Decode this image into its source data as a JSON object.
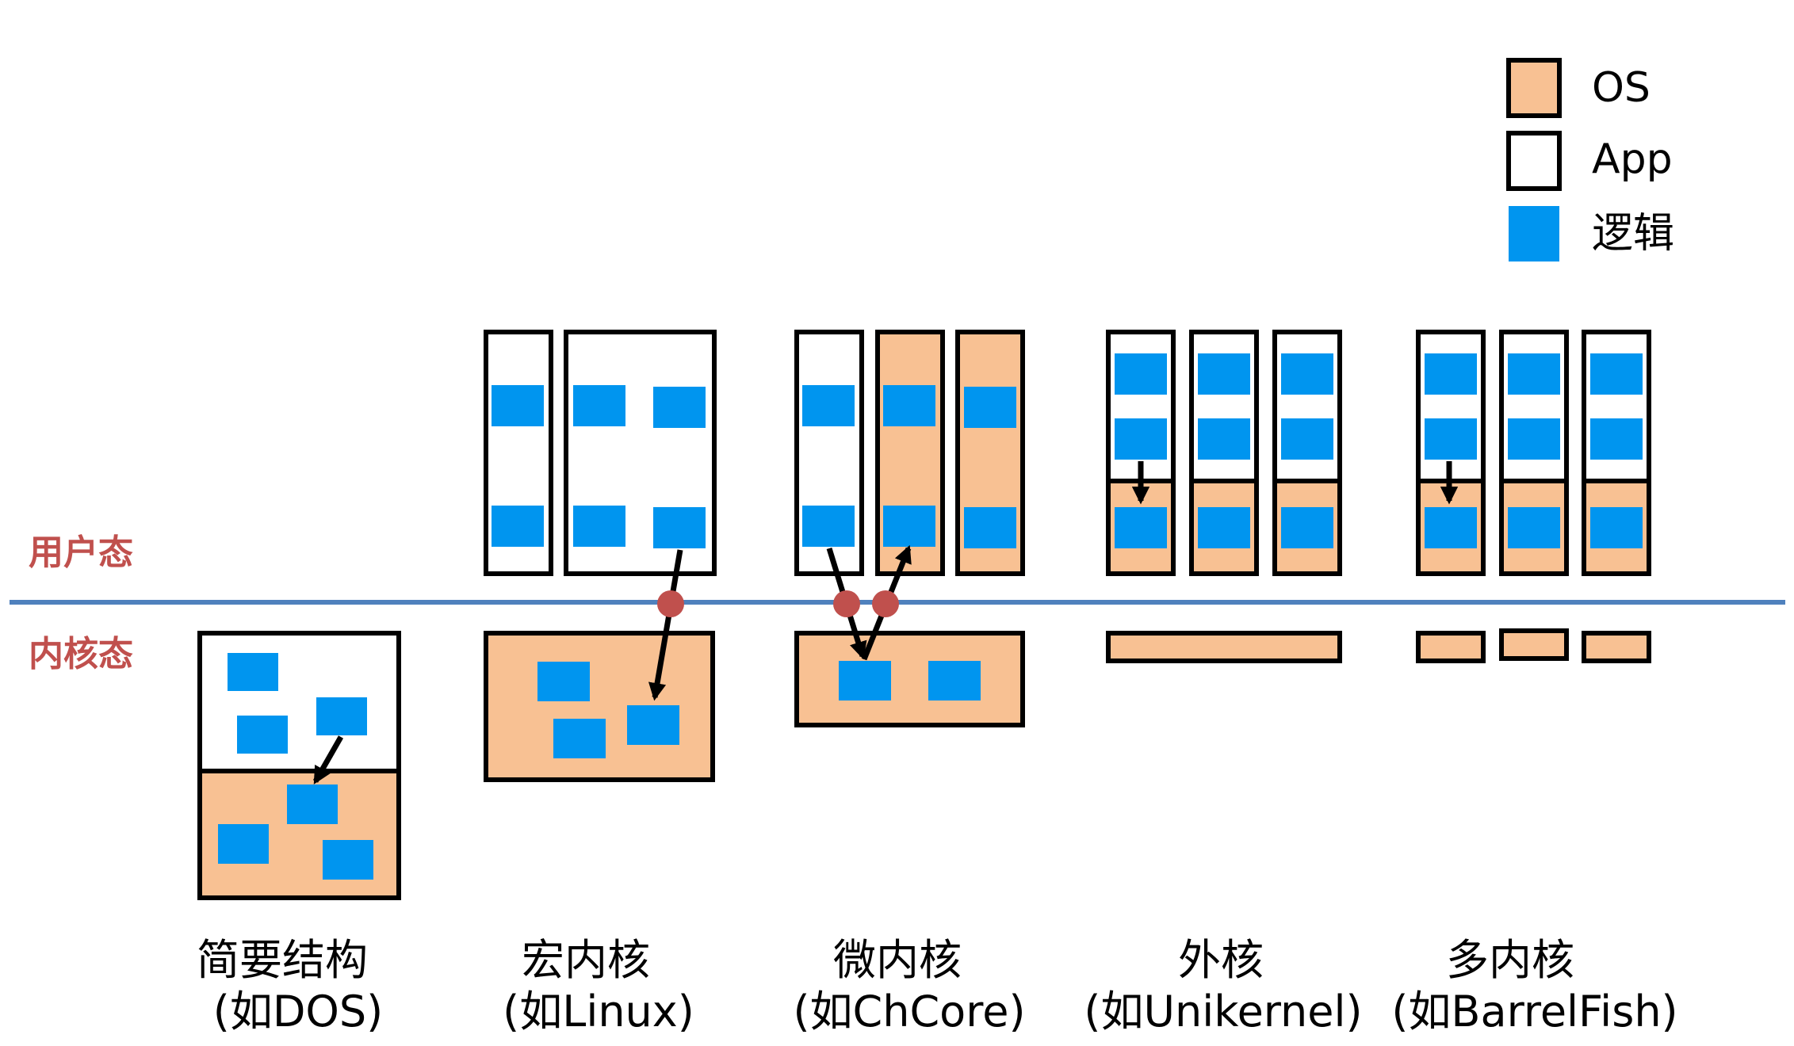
{
  "legend": {
    "os": "OS",
    "app": "App",
    "logic": "逻辑"
  },
  "zones": {
    "user": "用户态",
    "kernel": "内核态"
  },
  "architectures": [
    {
      "name": "简要结构",
      "example": "(如DOS)"
    },
    {
      "name": "宏内核",
      "example": "(如Linux)"
    },
    {
      "name": "微内核",
      "example": "(如ChCore)"
    },
    {
      "name": "外核",
      "example": "(如Unikernel)"
    },
    {
      "name": "多内核",
      "example": "(如BarrelFish)"
    }
  ],
  "colors": {
    "os": "#F8C193",
    "app": "#FFFFFF",
    "logic": "#0095EF",
    "boundary_line": "#4F81BD",
    "zone_label": "#C0504D",
    "crossing_dot": "#C0504D"
  }
}
